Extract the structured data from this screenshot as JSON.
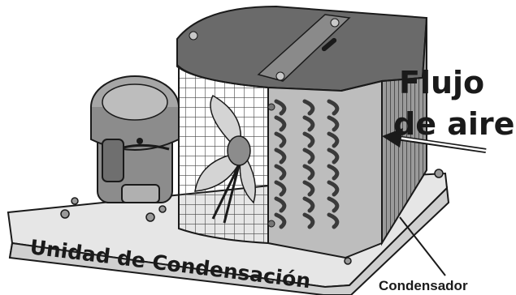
{
  "labels": {
    "airflow_line1": "Flujo",
    "airflow_line2": "de aire",
    "unit": "Unidad de Condensación",
    "condenser": "Condensador"
  },
  "colors": {
    "outline": "#1a1a1a",
    "top_panel": "#6a6a6a",
    "compressor": "#8c8c8c",
    "base": "#e6e6e6",
    "coil_face": "#bdbdbd"
  }
}
